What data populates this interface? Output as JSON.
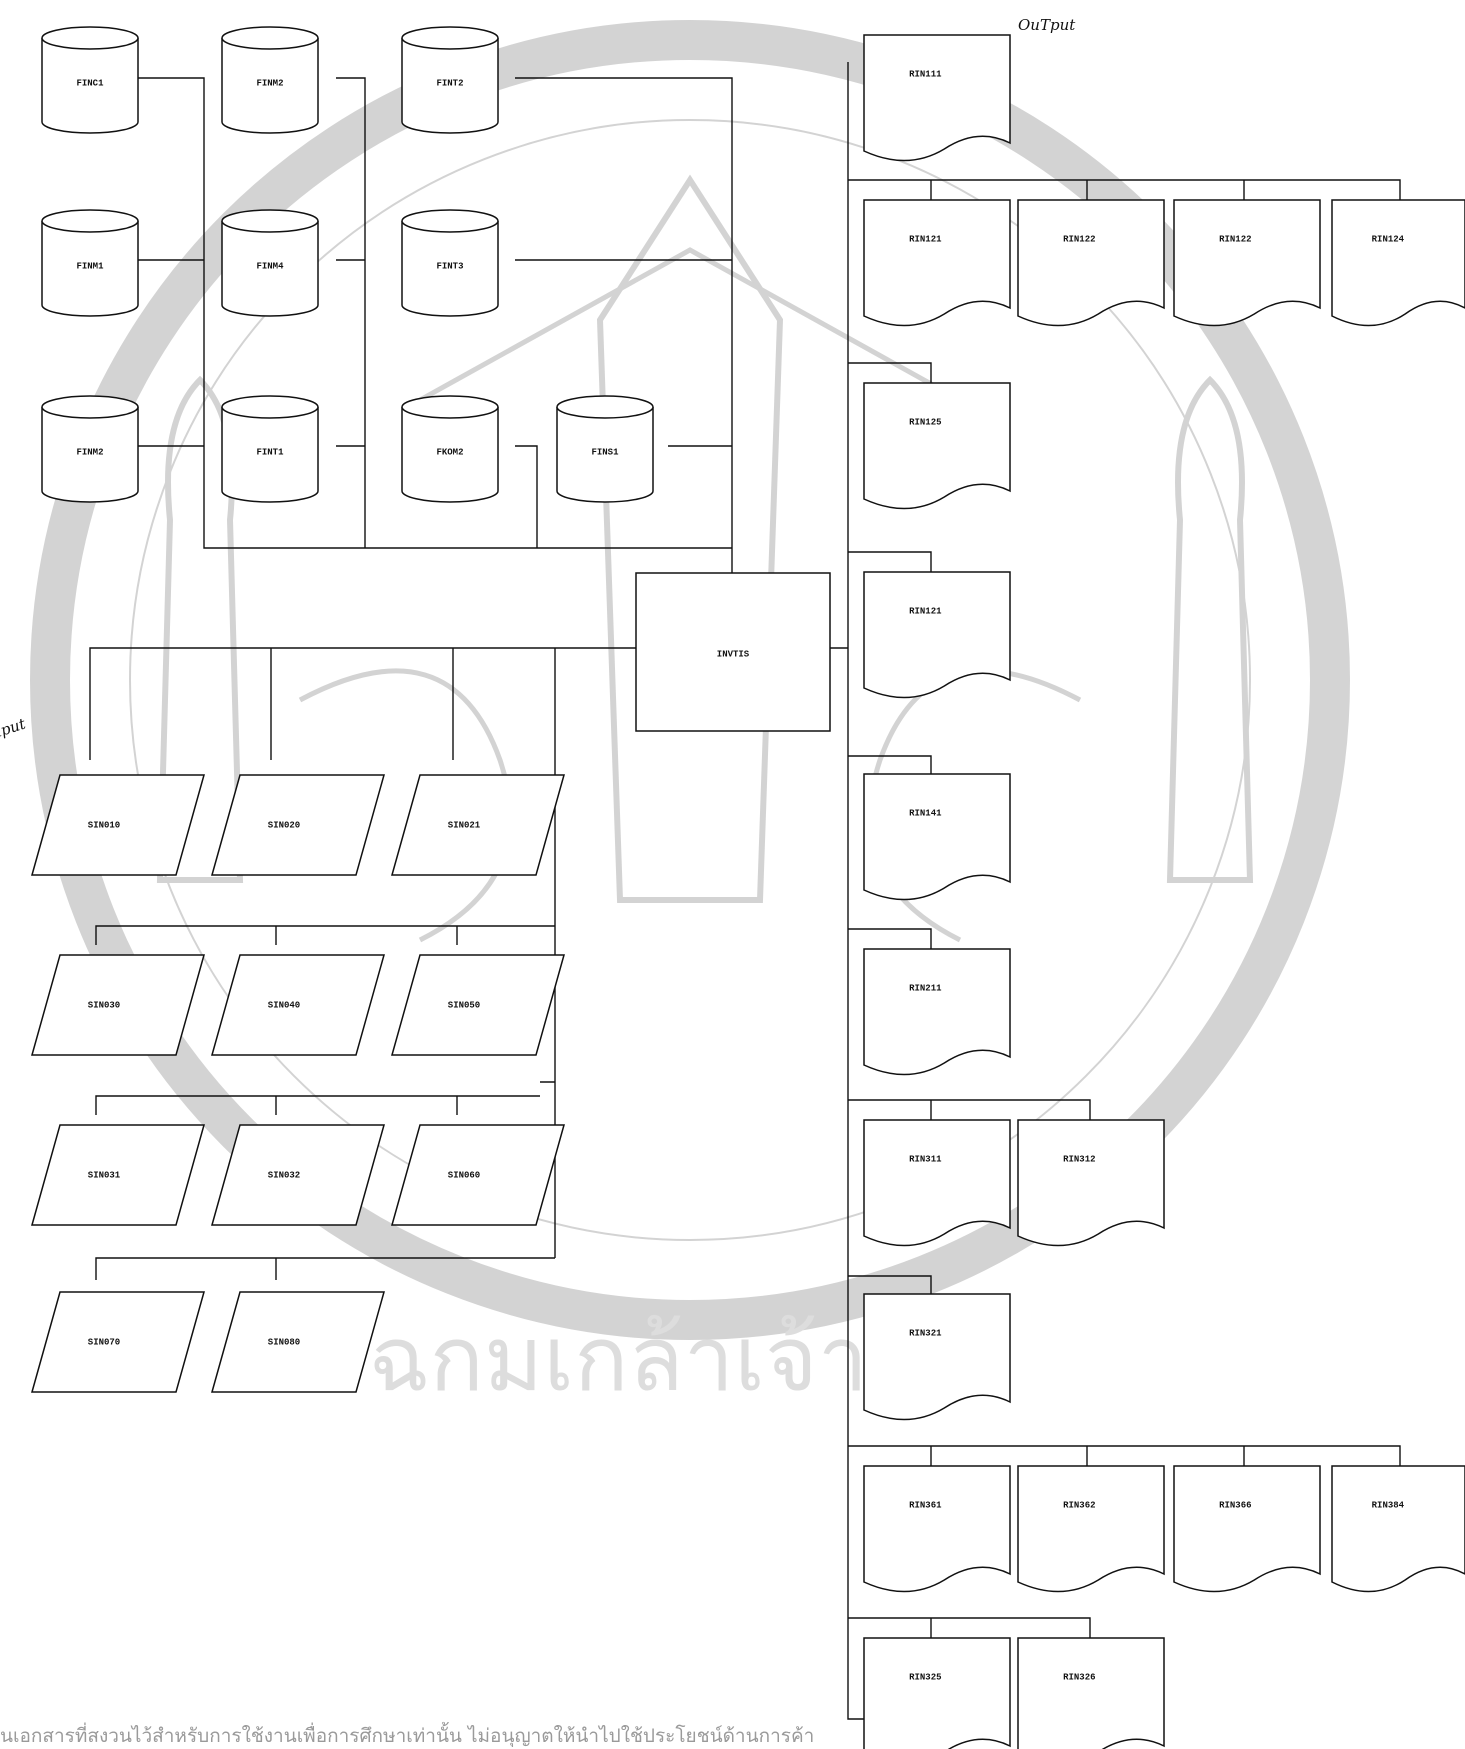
{
  "diagram": {
    "process": {
      "label": "INVTIS"
    },
    "annotations": {
      "output": "OuTput",
      "input": "Input"
    },
    "files": [
      {
        "id": "f1",
        "label": "FINC1"
      },
      {
        "id": "f2",
        "label": "FINM2"
      },
      {
        "id": "f3",
        "label": "FINT2"
      },
      {
        "id": "f4",
        "label": "FINM1"
      },
      {
        "id": "f5",
        "label": "FINM4"
      },
      {
        "id": "f6",
        "label": "FINT3"
      },
      {
        "id": "f7",
        "label": "FINM2"
      },
      {
        "id": "f8",
        "label": "FINT1"
      },
      {
        "id": "f9",
        "label": "FKOM2"
      },
      {
        "id": "f10",
        "label": "FINS1"
      }
    ],
    "inputs": [
      {
        "id": "i1",
        "label": "SIN010"
      },
      {
        "id": "i2",
        "label": "SIN020"
      },
      {
        "id": "i3",
        "label": "SIN021"
      },
      {
        "id": "i4",
        "label": "SIN030"
      },
      {
        "id": "i5",
        "label": "SIN040"
      },
      {
        "id": "i6",
        "label": "SIN050"
      },
      {
        "id": "i7",
        "label": "SIN031"
      },
      {
        "id": "i8",
        "label": "SIN032"
      },
      {
        "id": "i9",
        "label": "SIN060"
      },
      {
        "id": "i10",
        "label": "SIN070"
      },
      {
        "id": "i11",
        "label": "SIN080"
      }
    ],
    "reports": [
      {
        "id": "r1",
        "label": "RIN111"
      },
      {
        "id": "r2",
        "label": "RIN121"
      },
      {
        "id": "r3",
        "label": "RIN122"
      },
      {
        "id": "r4",
        "label": "RIN122"
      },
      {
        "id": "r5",
        "label": "RIN124"
      },
      {
        "id": "r6",
        "label": "RIN125"
      },
      {
        "id": "r7",
        "label": "RIN121"
      },
      {
        "id": "r8",
        "label": "RIN141"
      },
      {
        "id": "r9",
        "label": "RIN211"
      },
      {
        "id": "r10",
        "label": "RIN311"
      },
      {
        "id": "r11",
        "label": "RIN312"
      },
      {
        "id": "r12",
        "label": "RIN321"
      },
      {
        "id": "r13",
        "label": "RIN361"
      },
      {
        "id": "r14",
        "label": "RIN362"
      },
      {
        "id": "r15",
        "label": "RIN366"
      },
      {
        "id": "r16",
        "label": "RIN384"
      },
      {
        "id": "r17",
        "label": "RIN325"
      },
      {
        "id": "r18",
        "label": "RIN326"
      }
    ]
  },
  "footer": {
    "text": "นเอกสารที่สงวนไว้สำหรับการใช้งานเพื่อการศึกษาเท่านั้น ไม่อนุญาตให้นำไปใช้ประโยชน์ด้านการค้า"
  }
}
